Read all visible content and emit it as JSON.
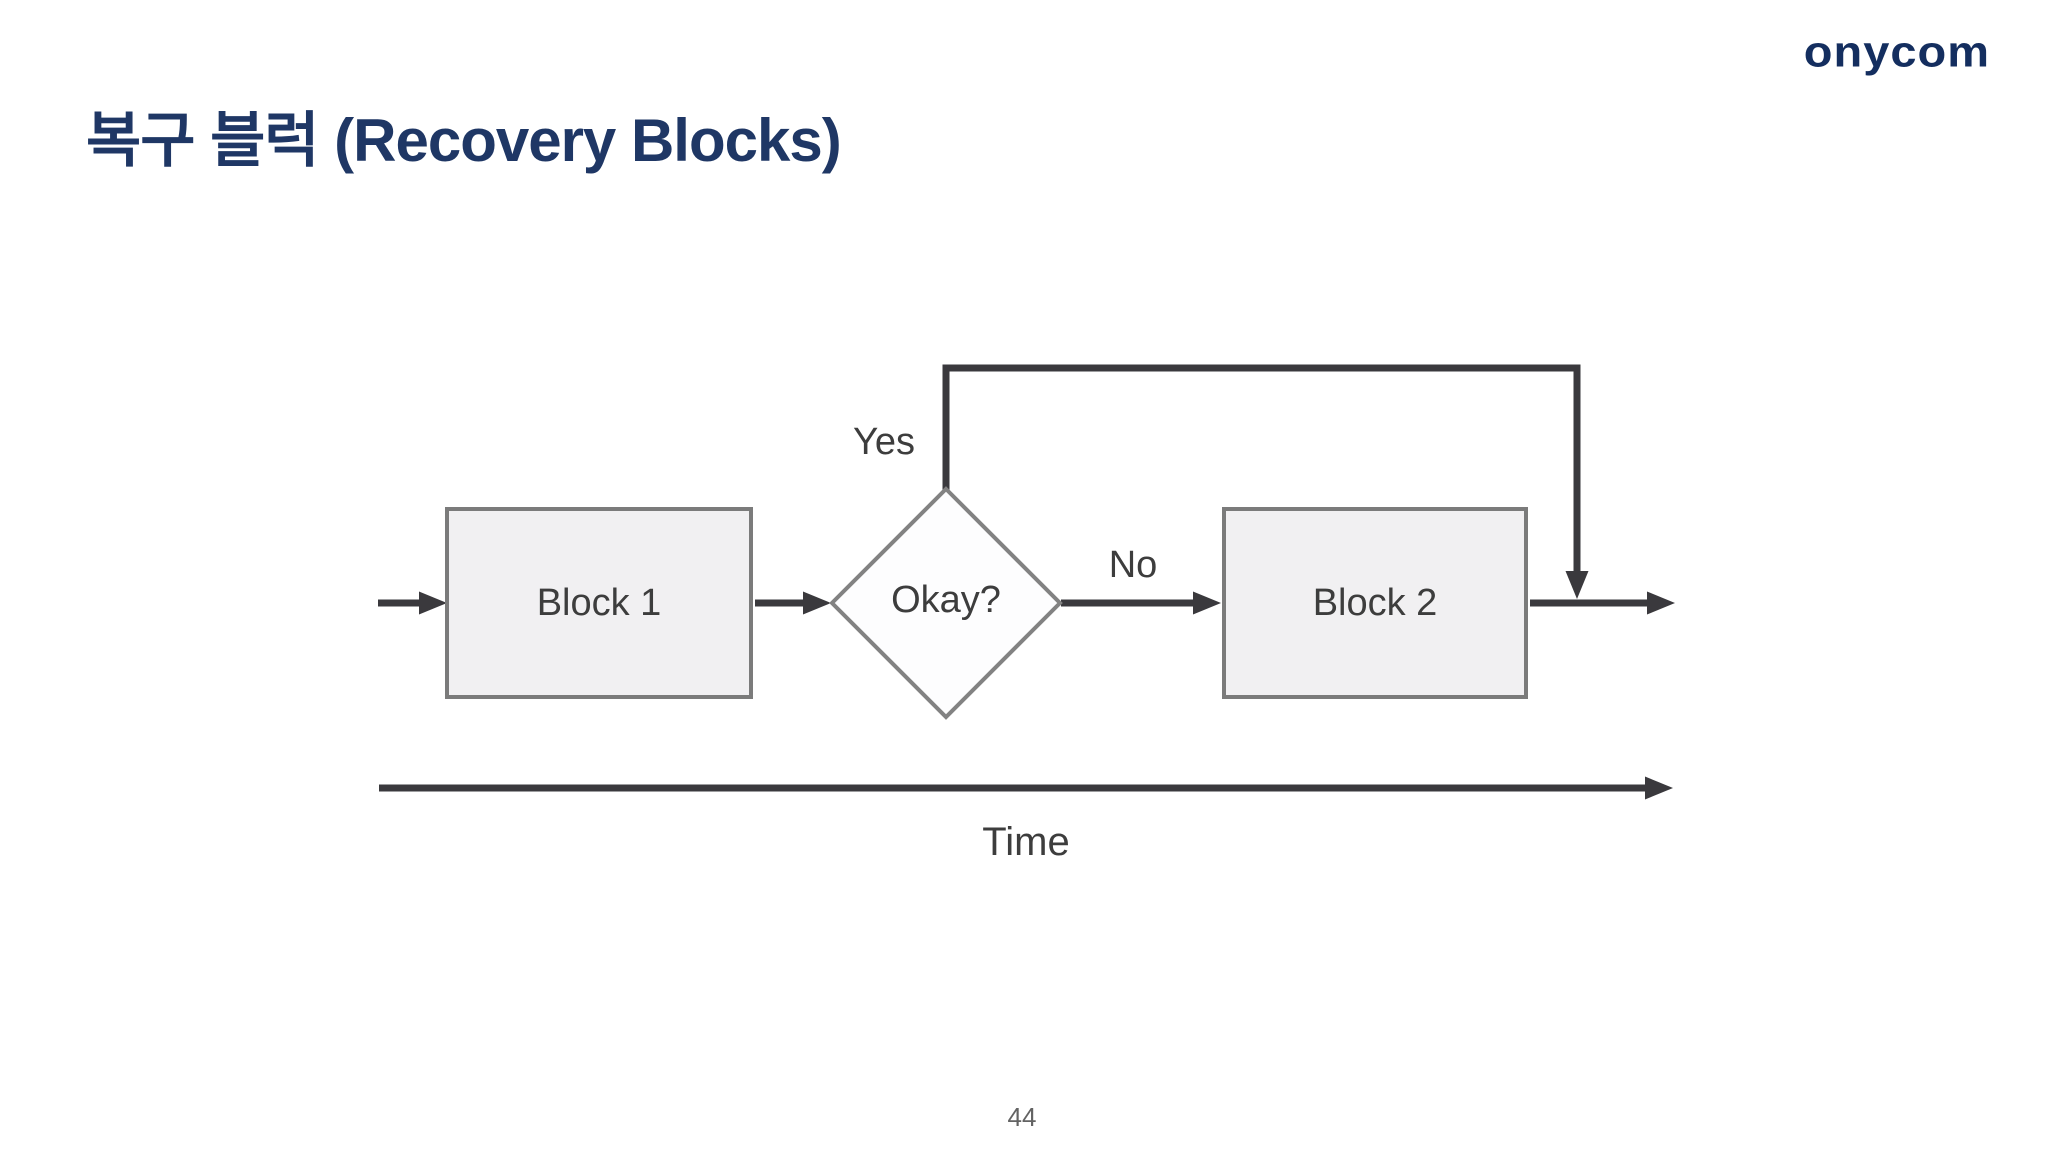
{
  "slide": {
    "title": "복구 블럭 (Recovery Blocks)",
    "logo_text": "onycom",
    "page_number": "44"
  },
  "diagram": {
    "block1_label": "Block 1",
    "decision_label": "Okay?",
    "block2_label": "Block 2",
    "yes_label": "Yes",
    "no_label": "No",
    "time_label": "Time"
  },
  "colors": {
    "title_navy": "#1f3765",
    "logo_navy": "#142e5f",
    "connector_dark": "#3a393d",
    "block_fill": "#f1f0f2",
    "block_border": "#7b7b7b",
    "diamond_border": "#828282",
    "label_gray": "#3d3d3d",
    "page_number_gray": "#636363",
    "background": "#ffffff"
  }
}
